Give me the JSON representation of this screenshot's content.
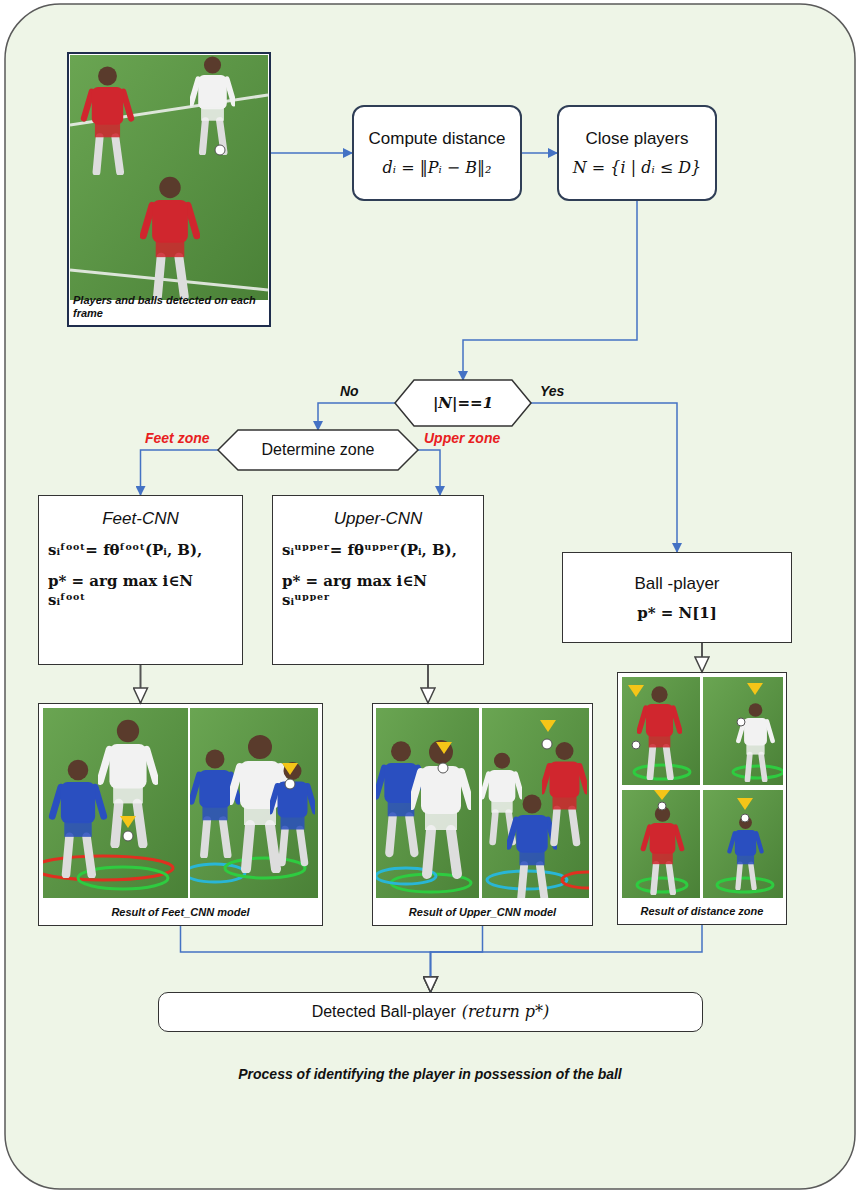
{
  "diagram": {
    "caption": "Process of identifying the player in possession of the ball",
    "nodes": [
      {
        "text": [
          "Players and balls detected on each frame"
        ]
      },
      {
        "text": [
          "Compute distance",
          "dᵢ = ‖Pᵢ − B‖₂"
        ]
      },
      {
        "text": [
          "Close players",
          "N = {i | dᵢ ≤ D}"
        ]
      },
      {
        "text": [
          "|N|==1"
        ]
      },
      {
        "text": [
          "Determine zone"
        ]
      },
      {
        "text": [
          "Feet-CNN",
          "sᵢᶠᵒᵒᵗ= fθᶠᵒᵒᵗ(Pᵢ, B),",
          "p* = arg max i∈N sᵢᶠᵒᵒᵗ"
        ]
      },
      {
        "text": [
          "Upper-CNN",
          "sᵢᵘᵖᵖᵉʳ= fθᵘᵖᵖᵉʳ(Pᵢ, B),",
          "p* = arg max i∈N sᵢᵘᵖᵖᵉʳ"
        ]
      },
      {
        "text": [
          "Ball -player",
          "p* = N[1]"
        ]
      },
      {
        "text": [
          "Result of Feet_CNN model"
        ]
      },
      {
        "text": [
          "Result of Upper_CNN model"
        ]
      },
      {
        "text": [
          "Result of distance zone"
        ]
      },
      {
        "text": [
          "Detected Ball-player",
          "(return p*)"
        ]
      }
    ],
    "edges": [
      {
        "from": 0,
        "to": 1,
        "arrow": "to"
      },
      {
        "from": 1,
        "to": 2,
        "arrow": "to"
      },
      {
        "from": 2,
        "to": 3,
        "arrow": "to"
      },
      {
        "from": 3,
        "to": 4,
        "arrow": "to",
        "label": "No"
      },
      {
        "from": 3,
        "to": 7,
        "arrow": "to",
        "label": "Yes"
      },
      {
        "from": 4,
        "to": 5,
        "arrow": "to",
        "label": "Feet zone"
      },
      {
        "from": 4,
        "to": 6,
        "arrow": "to",
        "label": "Upper zone"
      },
      {
        "from": 5,
        "to": 8,
        "arrow": "to"
      },
      {
        "from": 6,
        "to": 9,
        "arrow": "to"
      },
      {
        "from": 7,
        "to": 10,
        "arrow": "to"
      },
      {
        "from": 8,
        "to": 11,
        "arrow": "to"
      },
      {
        "from": 9,
        "to": 11,
        "arrow": "to"
      },
      {
        "from": 10,
        "to": 11,
        "arrow": "to"
      }
    ]
  }
}
